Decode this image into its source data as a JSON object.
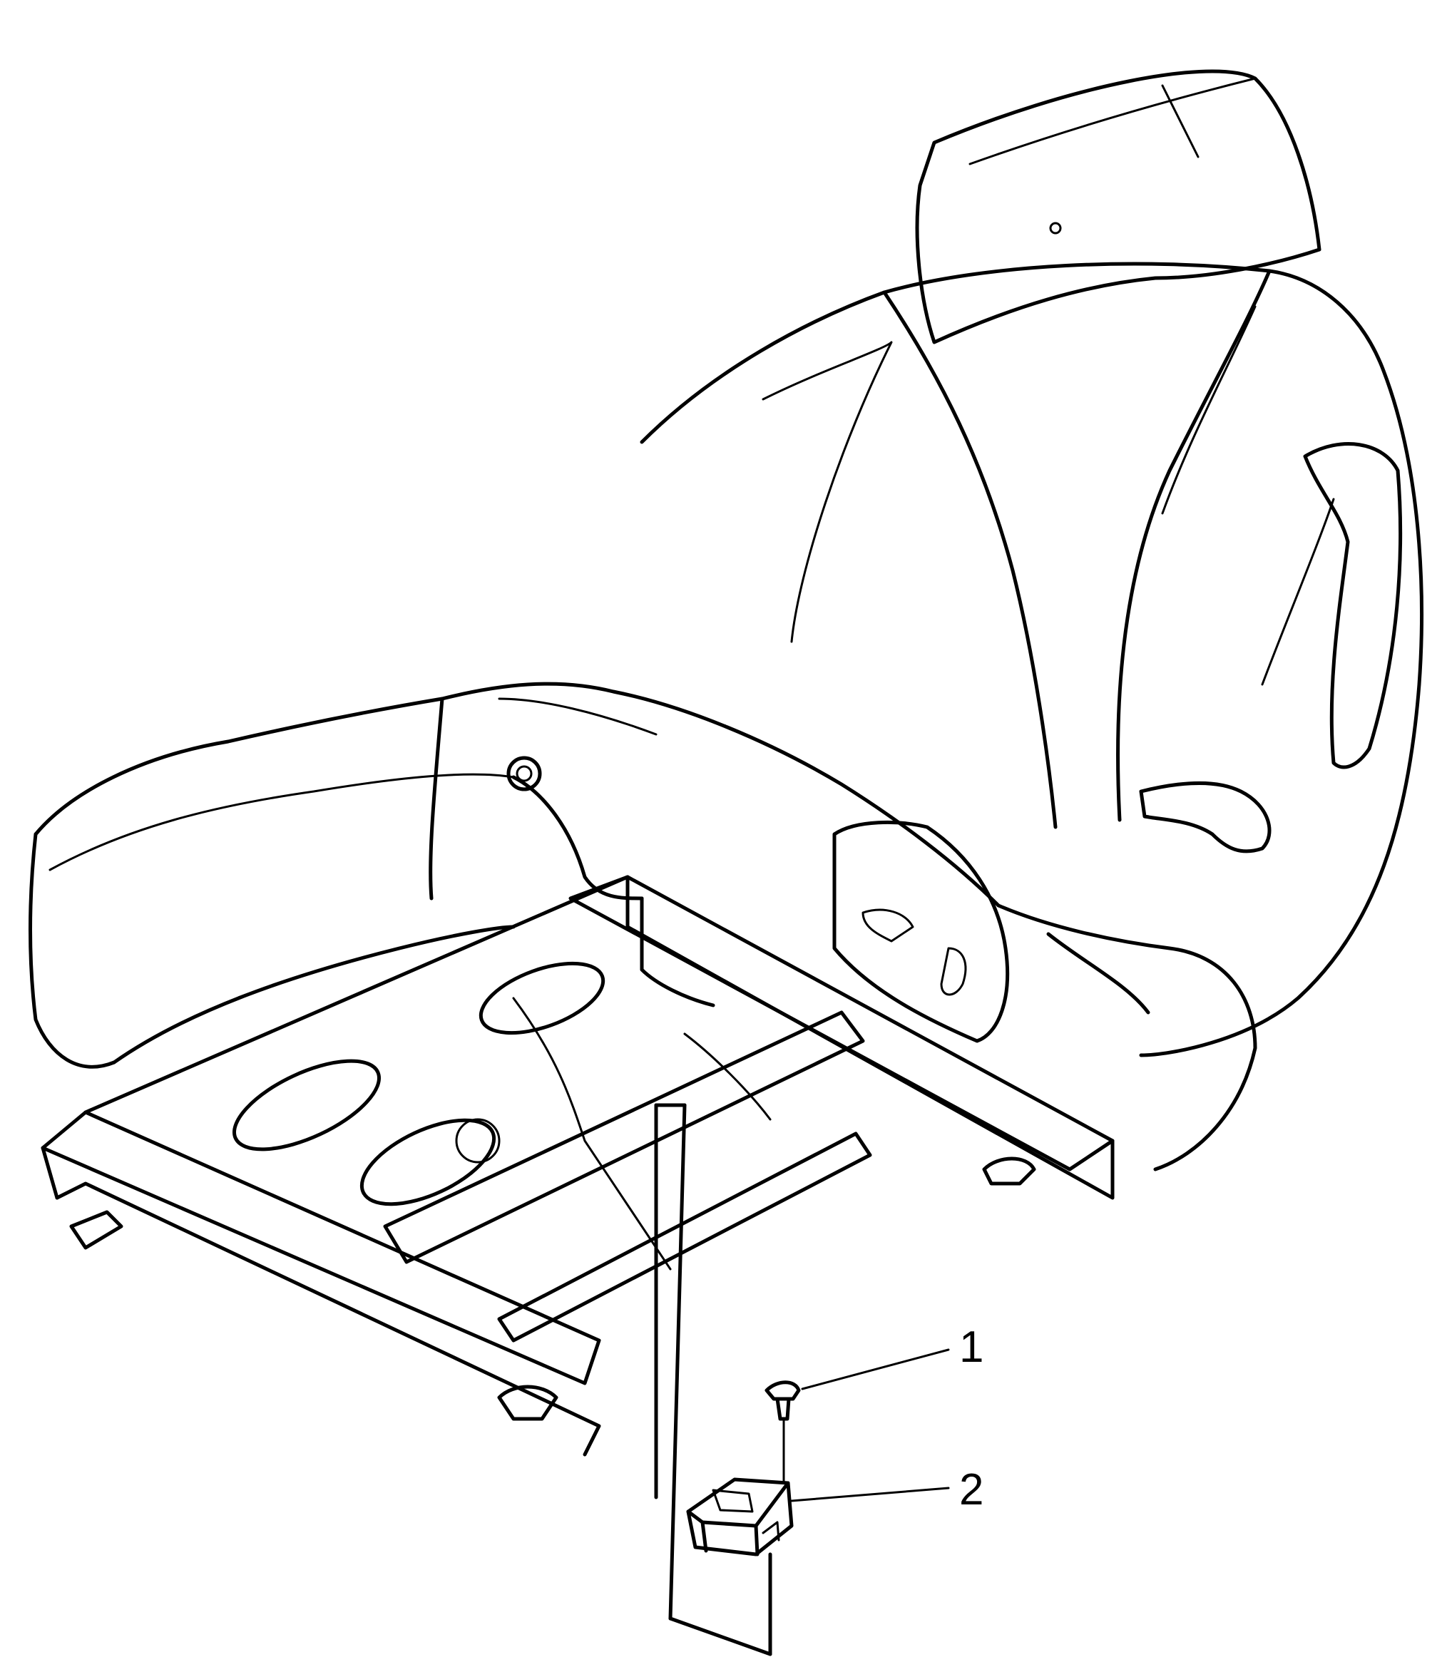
{
  "figure": {
    "callouts": [
      {
        "label": "1",
        "part_icon": "push-pin-retainer"
      },
      {
        "label": "2",
        "part_icon": "connector-bracket"
      }
    ],
    "line_color": "#000000",
    "background_color": "#ffffff"
  }
}
